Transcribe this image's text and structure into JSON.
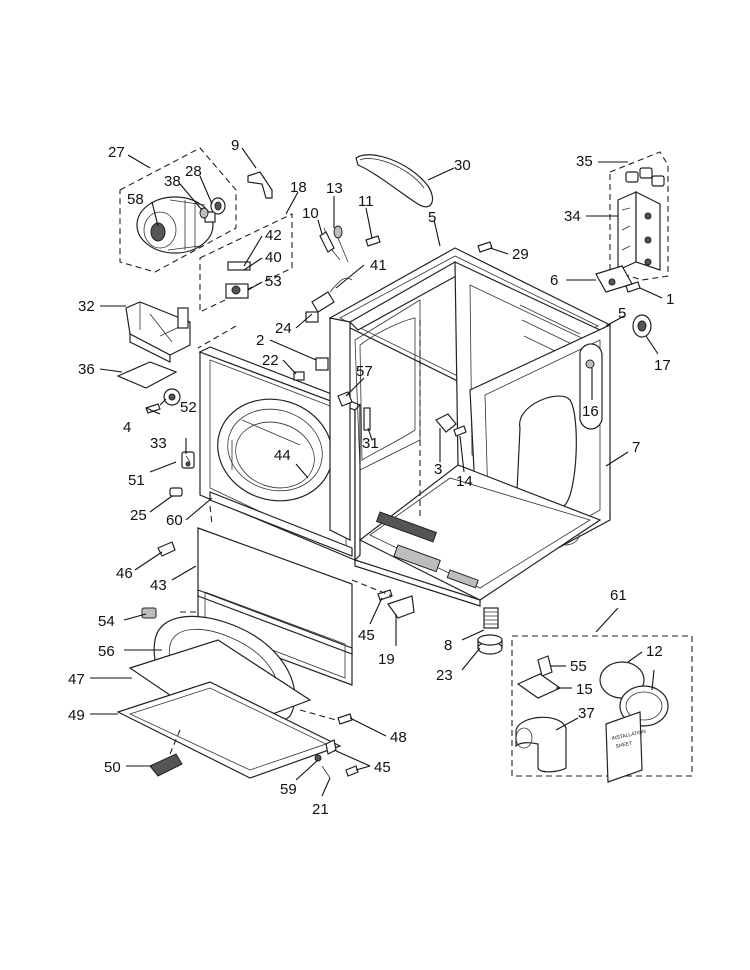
{
  "callouts": {
    "c1": "1",
    "c2": "2",
    "c3": "3",
    "c4": "4",
    "c5a": "5",
    "c5b": "5",
    "c6": "6",
    "c7": "7",
    "c8": "8",
    "c9": "9",
    "c10": "10",
    "c11": "11",
    "c12": "12",
    "c13": "13",
    "c14": "14",
    "c15": "15",
    "c16": "16",
    "c17": "17",
    "c18": "18",
    "c19": "19",
    "c21": "21",
    "c22": "22",
    "c23": "23",
    "c24": "24",
    "c25": "25",
    "c27": "27",
    "c28": "28",
    "c29": "29",
    "c30": "30",
    "c31": "31",
    "c32": "32",
    "c33": "33",
    "c34": "34",
    "c35": "35",
    "c36": "36",
    "c37": "37",
    "c38": "38",
    "c40": "40",
    "c41": "41",
    "c42": "42",
    "c43": "43",
    "c44": "44",
    "c45a": "45",
    "c45b": "45",
    "c46": "46",
    "c47": "47",
    "c48": "48",
    "c49": "49",
    "c50": "50",
    "c51": "51",
    "c52": "52",
    "c53": "53",
    "c54": "54",
    "c55": "55",
    "c56": "56",
    "c57": "57",
    "c58": "58",
    "c59": "59",
    "c60": "60",
    "c61": "61"
  },
  "manual_label": {
    "line1": "INSTALLATION",
    "line2": "SHEET"
  }
}
